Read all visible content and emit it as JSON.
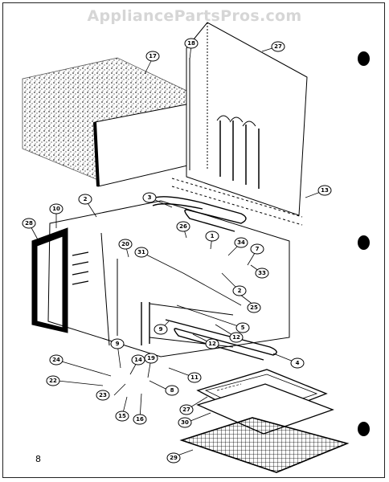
{
  "watermark": "AppliancePartsPros.com",
  "page_number": "8",
  "callouts": [
    {
      "id": "17"
    },
    {
      "id": "18"
    },
    {
      "id": "27"
    },
    {
      "id": "13"
    },
    {
      "id": "2"
    },
    {
      "id": "28"
    },
    {
      "id": "10"
    },
    {
      "id": "3"
    },
    {
      "id": "26"
    },
    {
      "id": "1"
    },
    {
      "id": "34"
    },
    {
      "id": "7"
    },
    {
      "id": "20"
    },
    {
      "id": "31"
    },
    {
      "id": "2"
    },
    {
      "id": "33"
    },
    {
      "id": "25"
    },
    {
      "id": "5"
    },
    {
      "id": "9"
    },
    {
      "id": "12"
    },
    {
      "id": "12"
    },
    {
      "id": "4"
    },
    {
      "id": "9"
    },
    {
      "id": "24"
    },
    {
      "id": "14"
    },
    {
      "id": "19"
    },
    {
      "id": "11"
    },
    {
      "id": "22"
    },
    {
      "id": "8"
    },
    {
      "id": "23"
    },
    {
      "id": "27"
    },
    {
      "id": "15"
    },
    {
      "id": "16"
    },
    {
      "id": "30"
    },
    {
      "id": "29"
    }
  ]
}
